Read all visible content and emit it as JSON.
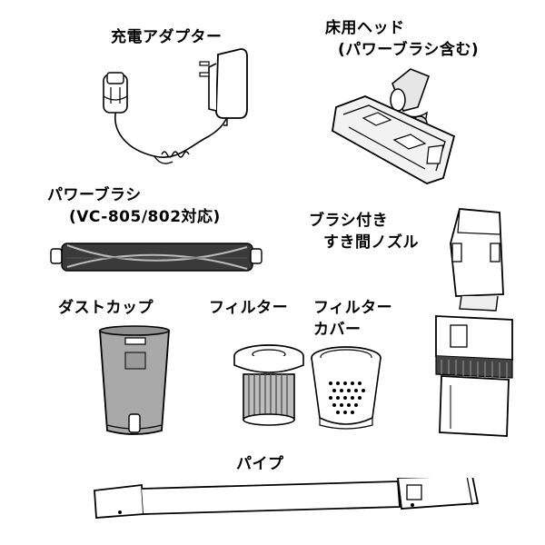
{
  "parts": {
    "adapter": {
      "label": "充電アダプター"
    },
    "floor_head": {
      "label_line1": "床用ヘッド",
      "label_line2": "(パワーブラシ含む)"
    },
    "power_brush": {
      "label_line1": "パワーブラシ",
      "label_line2": "(VC-805/802対応)"
    },
    "crevice_brush": {
      "label_line1": "ブラシ付き",
      "label_line2": "すき間ノズル"
    },
    "dust_cup": {
      "label": "ダストカップ"
    },
    "filter": {
      "label": "フィルター"
    },
    "filter_cover": {
      "label_line1": "フィルター",
      "label_line2": "カバー"
    },
    "pipe": {
      "label": "パイプ"
    }
  }
}
